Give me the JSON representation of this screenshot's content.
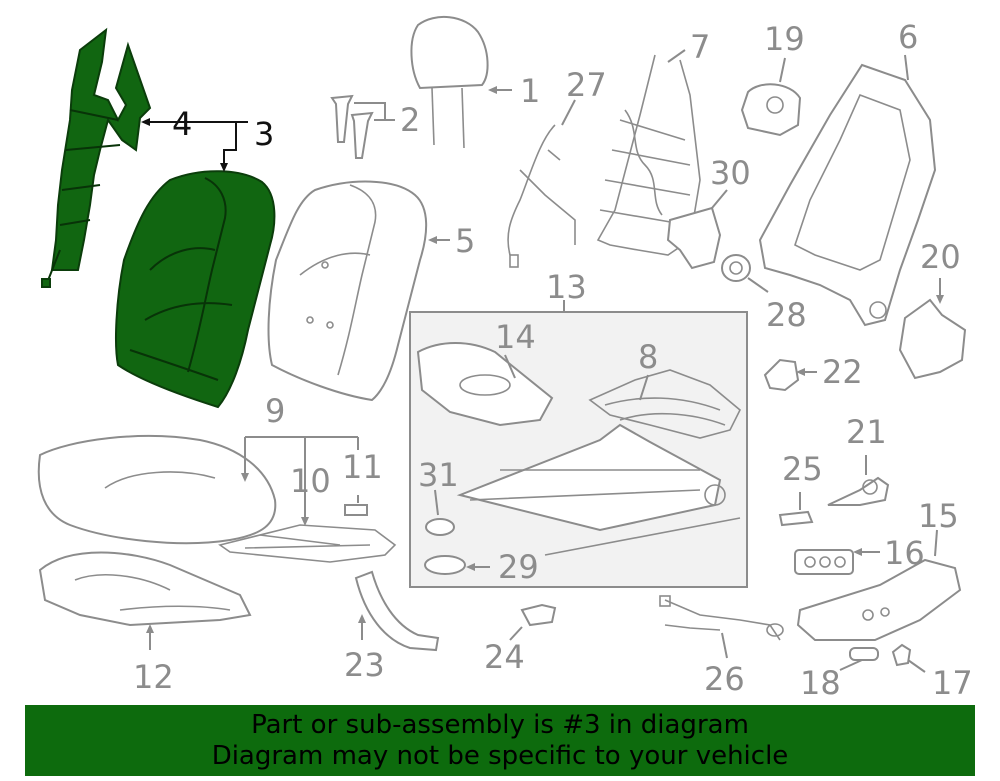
{
  "callouts": {
    "c1": "1",
    "c2": "2",
    "c3": "3",
    "c4": "4",
    "c5": "5",
    "c6": "6",
    "c7": "7",
    "c8": "8",
    "c9": "9",
    "c10": "10",
    "c11": "11",
    "c12": "12",
    "c13": "13",
    "c14": "14",
    "c15": "15",
    "c16": "16",
    "c17": "17",
    "c18": "18",
    "c19": "19",
    "c20": "20",
    "c21": "21",
    "c22": "22",
    "c23": "23",
    "c24": "24",
    "c25": "25",
    "c26": "26",
    "c27": "27",
    "c28": "28",
    "c29": "29",
    "c30": "30",
    "c31": "31"
  },
  "highlighted_part": "3",
  "colors": {
    "highlight": "#116611",
    "banner": "#0d6b0d",
    "line_art": "#8c8c8c"
  },
  "banner": {
    "line1": "Part or sub-assembly is #3 in diagram",
    "line2": "Diagram may not be specific to your vehicle"
  }
}
